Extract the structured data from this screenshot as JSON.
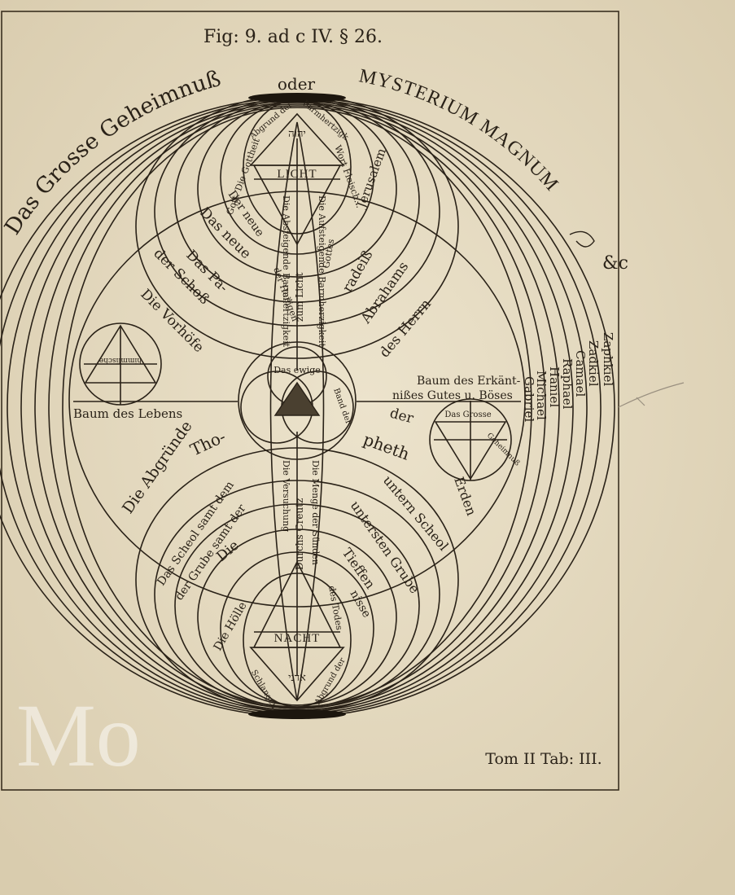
{
  "figure_ref": "Fig: 9. ad c IV. § 26.",
  "title": {
    "left": "Das Grosse Geheimnuß",
    "center": "oder",
    "right": "MYSTERIUM MAGNUM",
    "flourish": "&c"
  },
  "light": {
    "word": "LICHT",
    "hebrew": "יהוה",
    "arc_right": "Barmhertzigk",
    "arc_left": "Abgrund der",
    "side_right": "Wort Fleisch...",
    "side_left": "Gott. Die Gottheit"
  },
  "darkness": {
    "word": "NACHT",
    "hebrew": "אדני",
    "arc_left": "Schlangen",
    "arc_right": "Abgrund der"
  },
  "upper_arcs_left": [
    "Der neue",
    "Das neue",
    "Das Pa-",
    "der Schoß",
    "Die Vorhöfe"
  ],
  "upper_arcs_right": [
    "Jerusalem",
    "radeiß",
    "Abrahams",
    "des Herrn"
  ],
  "upper_cone": {
    "left": "Die Absteigende Barmhertzigkeit",
    "center": "zum Licht",
    "right": "Die Aufsteigende Barmherzigkeit",
    "sub_left": "der Heiligen",
    "sub_right": "Gottes"
  },
  "lower_arcs_left": [
    "Das Scheol samt dem",
    "der Grube samt der",
    "Die",
    "Die Hölle"
  ],
  "lower_arcs_right": [
    "untern Scheol",
    "untersten Grube",
    "Tieffen",
    "nisse"
  ],
  "lower_cone": {
    "left": "Die Versuchung",
    "center": "Durchs Creutz",
    "right": "Die Menge der Sünden",
    "sub_right": "des Todes"
  },
  "middle": {
    "pupil": "Das ewige",
    "band": "Band der",
    "tree_life": "Baum des Lebens",
    "tree_knowledge_1": "Baum des Erkänt-",
    "tree_knowledge_2": "nißes Gutes u. Böses",
    "left_word": "Die Abgründe",
    "tho": "Tho-",
    "der": "der",
    "pheth": "pheth",
    "erden": "Erden",
    "left_circle": "himmlische",
    "right_circle_top": "Das Grosse",
    "right_circle_mid": "Geheimnuß"
  },
  "angels": [
    "Zaphkiel",
    "Zadkiel",
    "Camael",
    "Raphael",
    "Haniel",
    "Michael",
    "Gabriel"
  ],
  "plate_label": "Tom II Tab: III.",
  "watermark": "Mo",
  "colors": {
    "ink": "#2a2218",
    "paper": "#e7dcc3",
    "frame": "#3a3020"
  }
}
